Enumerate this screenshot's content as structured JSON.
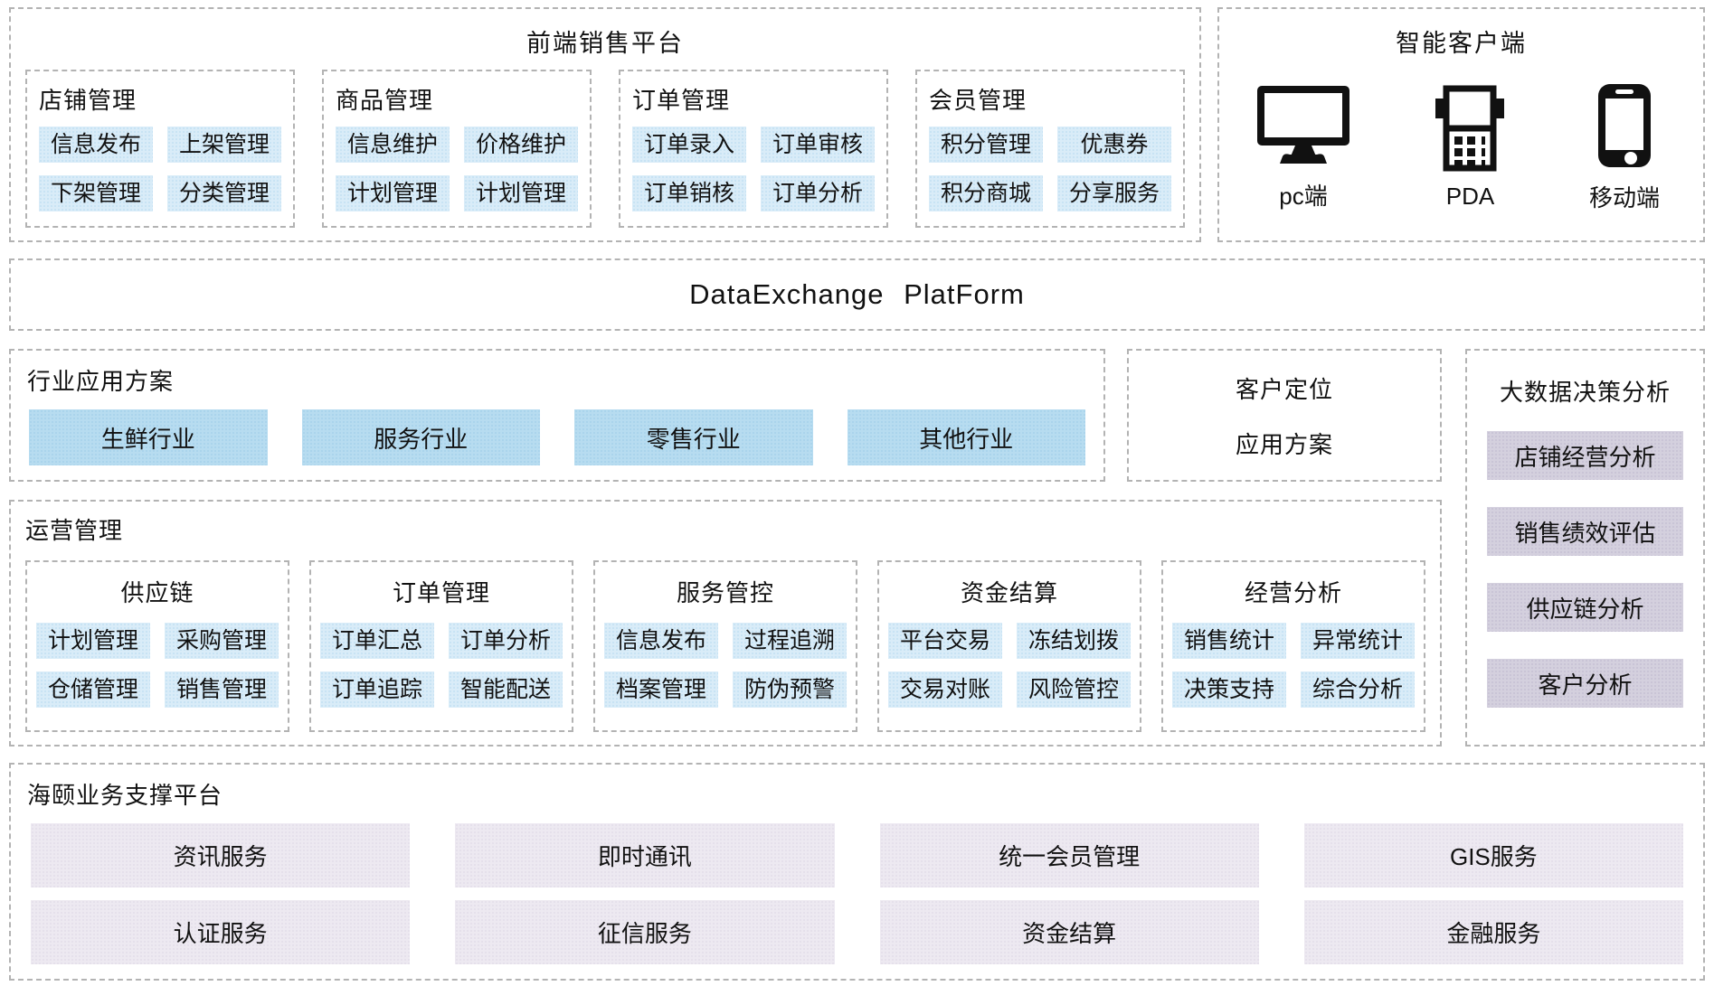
{
  "front_platform": {
    "title": "前端销售平台",
    "groups": [
      {
        "title": "店铺管理",
        "items": [
          "信息发布",
          "上架管理",
          "下架管理",
          "分类管理"
        ]
      },
      {
        "title": "商品管理",
        "items": [
          "信息维护",
          "价格维护",
          "计划管理",
          "计划管理"
        ]
      },
      {
        "title": "订单管理",
        "items": [
          "订单录入",
          "订单审核",
          "订单销核",
          "订单分析"
        ]
      },
      {
        "title": "会员管理",
        "items": [
          "积分管理",
          "优惠券",
          "积分商城",
          "分享服务"
        ]
      }
    ]
  },
  "smart_client": {
    "title": "智能客户端",
    "devices": [
      {
        "label": "pc端",
        "icon": "desktop-monitor-icon"
      },
      {
        "label": "PDA",
        "icon": "pda-icon"
      },
      {
        "label": "移动端",
        "icon": "smartphone-icon"
      }
    ]
  },
  "data_exchange": {
    "title": "DataExchange PlatForm"
  },
  "industry_solutions": {
    "title": "行业应用方案",
    "items": [
      "生鲜行业",
      "服务行业",
      "零售行业",
      "其他行业"
    ]
  },
  "customer_positioning": {
    "line1": "客户定位",
    "line2": "应用方案"
  },
  "big_data_analysis": {
    "title": "大数据决策分析",
    "items": [
      "店铺经营分析",
      "销售绩效评估",
      "供应链分析",
      "客户分析"
    ]
  },
  "operations": {
    "title": "运营管理",
    "groups": [
      {
        "title": "供应链",
        "items": [
          "计划管理",
          "采购管理",
          "仓储管理",
          "销售管理"
        ]
      },
      {
        "title": "订单管理",
        "items": [
          "订单汇总",
          "订单分析",
          "订单追踪",
          "智能配送"
        ]
      },
      {
        "title": "服务管控",
        "items": [
          "信息发布",
          "过程追溯",
          "档案管理",
          "防伪预警"
        ]
      },
      {
        "title": "资金结算",
        "items": [
          "平台交易",
          "冻结划拨",
          "交易对账",
          "风险管控"
        ]
      },
      {
        "title": "经营分析",
        "items": [
          "销售统计",
          "异常统计",
          "决策支持",
          "综合分析"
        ]
      }
    ]
  },
  "support_platform": {
    "title": "海颐业务支撑平台",
    "services": [
      "资讯服务",
      "即时通讯",
      "统一会员管理",
      "GIS服务",
      "认证服务",
      "征信服务",
      "资金结算",
      "金融服务"
    ]
  },
  "colors": {
    "chip_blue": "#d9ecf8",
    "industry_blue": "#b7dcf0",
    "analysis_lavender": "#d4d0de",
    "support_lavender": "#ede9f1",
    "dashed_border": "#b3b3b3",
    "text": "#111111"
  }
}
